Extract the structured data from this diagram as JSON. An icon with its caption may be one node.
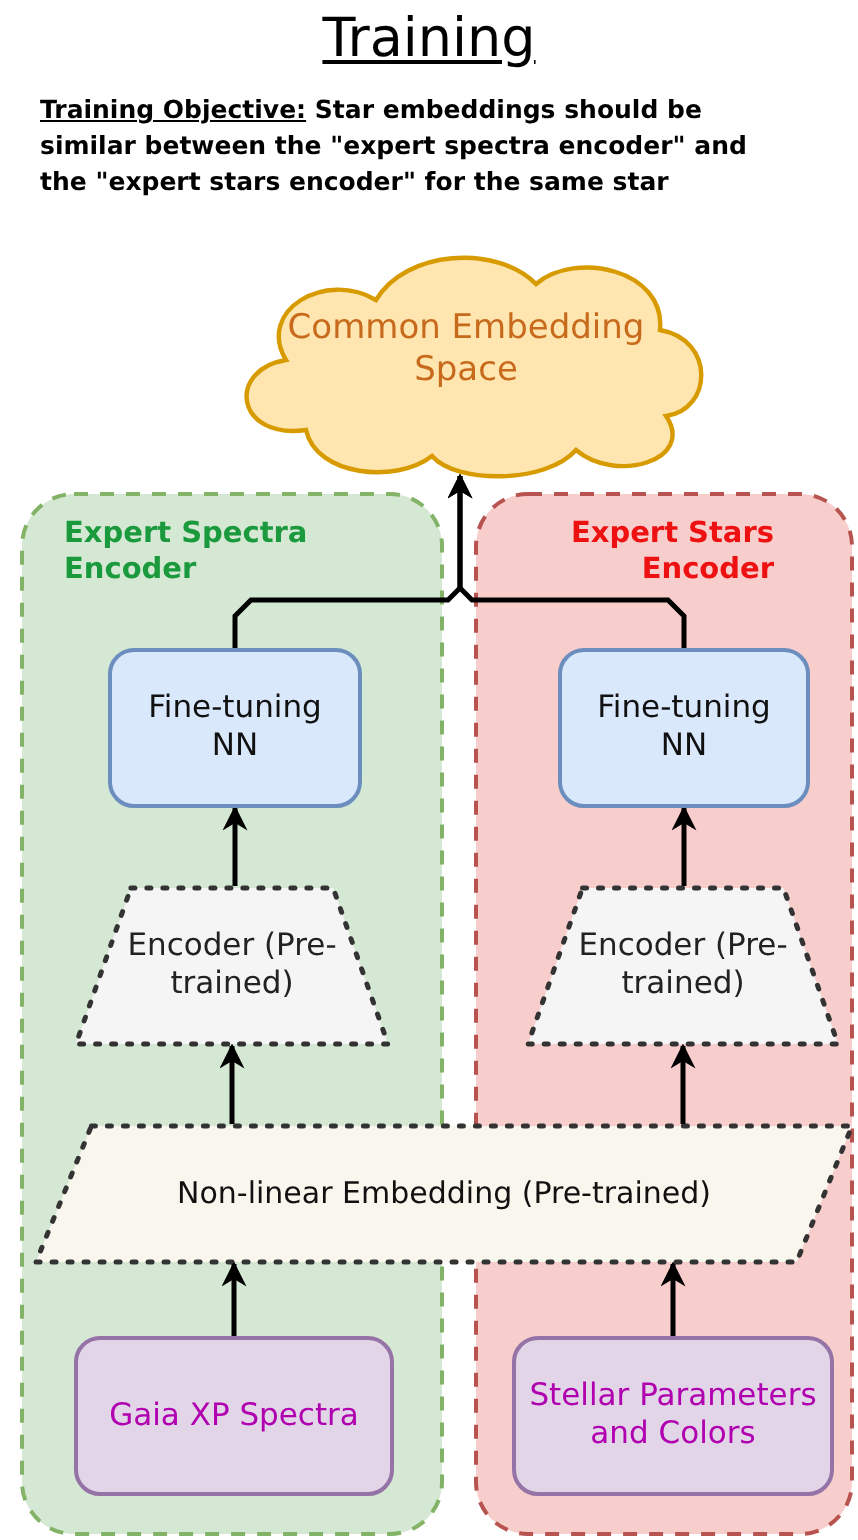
{
  "diagram": {
    "title": "Training",
    "nodes": [
      {
        "text": [
          "Common Embedding Space"
        ]
      },
      {
        "text": [
          "Expert Spectra Encoder"
        ]
      },
      {
        "text": [
          "Expert Stars Encoder"
        ]
      },
      {
        "text": [
          "Fine-tuning NN"
        ],
        "in": 1
      },
      {
        "text": [
          "Fine-tuning NN"
        ],
        "in": 2
      },
      {
        "text": [
          "Encoder (Pre-trained)"
        ],
        "in": 1
      },
      {
        "text": [
          "Encoder (Pre-trained)"
        ],
        "in": 2
      },
      {
        "text": [
          "Non-linear Embedding (Pre-trained)"
        ]
      },
      {
        "text": [
          "Gaia XP Spectra"
        ],
        "in": 1
      },
      {
        "text": [
          "Stellar Parameters and Colors"
        ],
        "in": 2
      }
    ],
    "edges": [
      {
        "from": 3,
        "to": 0,
        "arrow": "to"
      },
      {
        "from": 4,
        "to": 0,
        "arrow": "to"
      },
      {
        "from": 5,
        "to": 3,
        "arrow": "to"
      },
      {
        "from": 6,
        "to": 4,
        "arrow": "to"
      },
      {
        "from": 7,
        "to": 5,
        "arrow": "to"
      },
      {
        "from": 7,
        "to": 6,
        "arrow": "to"
      },
      {
        "from": 8,
        "to": 7,
        "arrow": "to"
      },
      {
        "from": 9,
        "to": 7,
        "arrow": "to"
      }
    ],
    "labels": [
      "Training Objective:",
      "Star embeddings should be similar between the \"expert spectra encoder\" and the \"expert stars encoder\" for the same star"
    ]
  }
}
